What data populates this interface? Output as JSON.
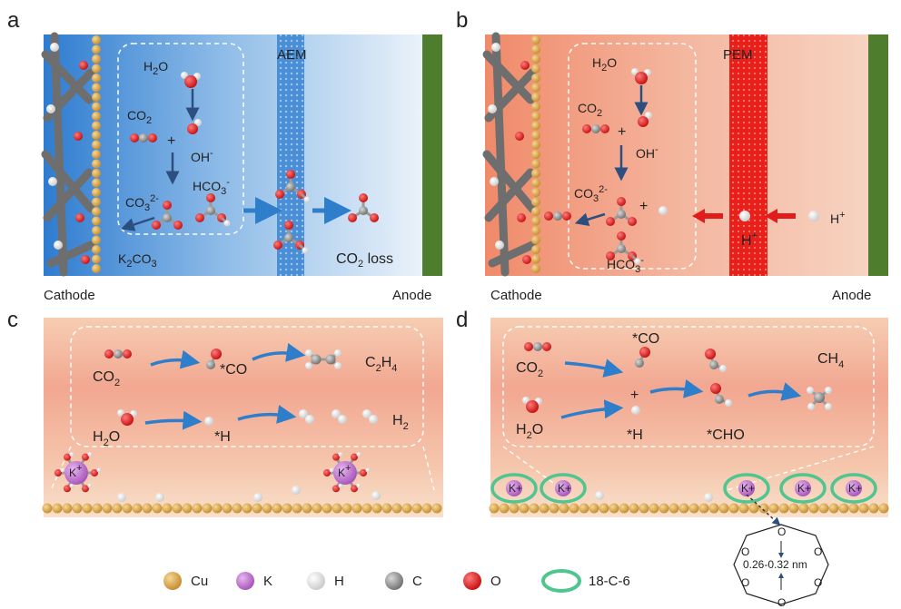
{
  "panels": {
    "a": {
      "letter": "a",
      "membrane": "AEM",
      "left_electrode": "Cathode",
      "right_electrode": "Anode",
      "species": {
        "h2o": "H",
        "h2o_sub": "2",
        "h2o_tail": "O",
        "co2": "CO",
        "co2_sub": "2",
        "oh": "OH",
        "oh_sup": "-",
        "co3": "CO",
        "co3_sub": "3",
        "co3_sup": "2-",
        "hco3": "HCO",
        "hco3_sub": "3",
        "hco3_sup": "-",
        "k2co3_a": "K",
        "k2co3_sub1": "2",
        "k2co3_b": "CO",
        "k2co3_sub2": "3",
        "plus": "+"
      },
      "loss_label": "CO",
      "loss_sub": "2",
      "loss_tail": " loss"
    },
    "b": {
      "letter": "b",
      "membrane": "PEM",
      "left_electrode": "Cathode",
      "right_electrode": "Anode",
      "species": {
        "h2o": "H",
        "h2o_sub": "2",
        "h2o_tail": "O",
        "co2": "CO",
        "co2_sub": "2",
        "oh": "OH",
        "oh_sup": "-",
        "co3": "CO",
        "co3_sub": "3",
        "co3_sup": "2-",
        "hco3": "HCO",
        "hco3_sub": "3",
        "hco3_sup": "-",
        "plus": "+",
        "proton_membrane": "H",
        "proton_membrane_sup": "+",
        "proton_right": "H",
        "proton_right_sup": "+"
      }
    },
    "c": {
      "letter": "c",
      "co2": "CO",
      "co2_sub": "2",
      "co_ads": "*CO",
      "c2h4_a": "C",
      "c2h4_sub1": "2",
      "c2h4_b": "H",
      "c2h4_sub2": "4",
      "h2o": "H",
      "h2o_sub": "2",
      "h2o_tail": "O",
      "h_ads": "*H",
      "h2": "H",
      "h2_sub": "2",
      "cation": "K",
      "cation_sup": "+"
    },
    "d": {
      "letter": "d",
      "co2": "CO",
      "co2_sub": "2",
      "co_ads": "*CO",
      "plus": "+",
      "h_ads": "*H",
      "cho_ads": "*CHO",
      "ch4_a": "CH",
      "ch4_sub": "4",
      "h2o": "H",
      "h2o_sub": "2",
      "h2o_tail": "O",
      "cation": "K",
      "cation_sup": "+",
      "crown_distance": "0.26-0.32 nm",
      "crown_atom": "O"
    }
  },
  "legend": [
    {
      "key": "cu",
      "label": "Cu",
      "color": "#d9a54a"
    },
    {
      "key": "k",
      "label": "K",
      "color": "#c87ad8"
    },
    {
      "key": "h",
      "label": "H",
      "color": "#f2f2f2"
    },
    {
      "key": "c",
      "label": "C",
      "color": "#8a8a8a"
    },
    {
      "key": "o",
      "label": "O",
      "color": "#e01b1b"
    },
    {
      "key": "crown",
      "label": "18-C-6",
      "color": "#4fc58f"
    }
  ],
  "colors": {
    "aem_blue": "#4a8fd6",
    "pem_red": "#e8201b",
    "anode_green": "#4e7d2e",
    "arrow_blue": "#2f7ecb",
    "arrow_red": "#e21b1b",
    "arrow_dark": "#2d4f80"
  }
}
